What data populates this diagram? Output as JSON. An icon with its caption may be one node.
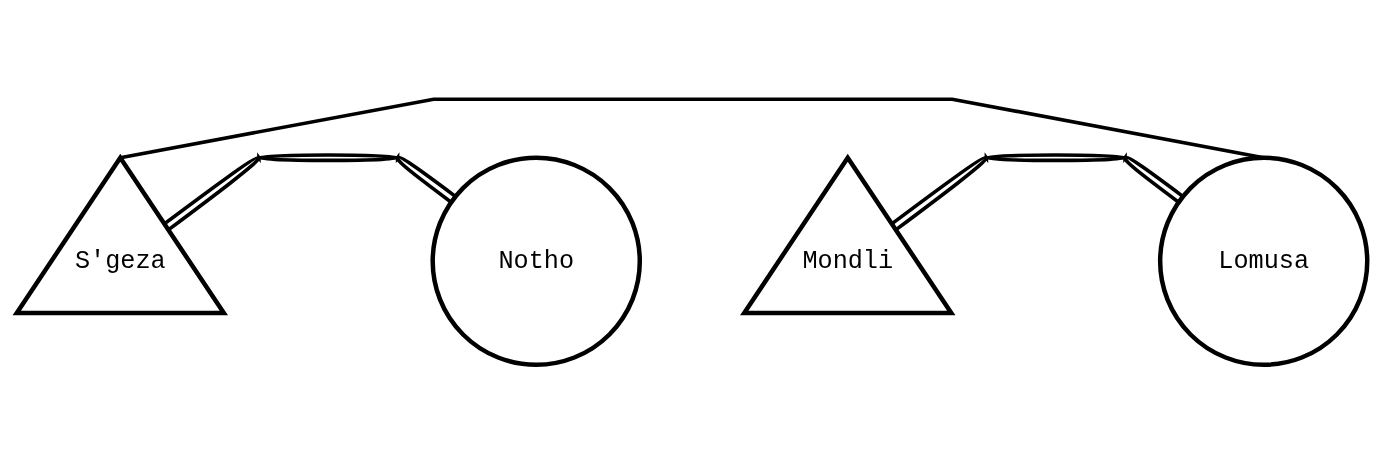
{
  "diagram": {
    "nodes": [
      {
        "text": [
          "S'geza"
        ]
      },
      {
        "text": [
          "Notho"
        ]
      },
      {
        "text": [
          "Mondli"
        ]
      },
      {
        "text": [
          "Lomusa"
        ]
      }
    ],
    "edges": [
      {
        "from": 0,
        "to": 3,
        "arrow": "none"
      },
      {
        "from": 0,
        "to": 1,
        "arrow": "none"
      },
      {
        "from": 2,
        "to": 3,
        "arrow": "none"
      }
    ]
  }
}
